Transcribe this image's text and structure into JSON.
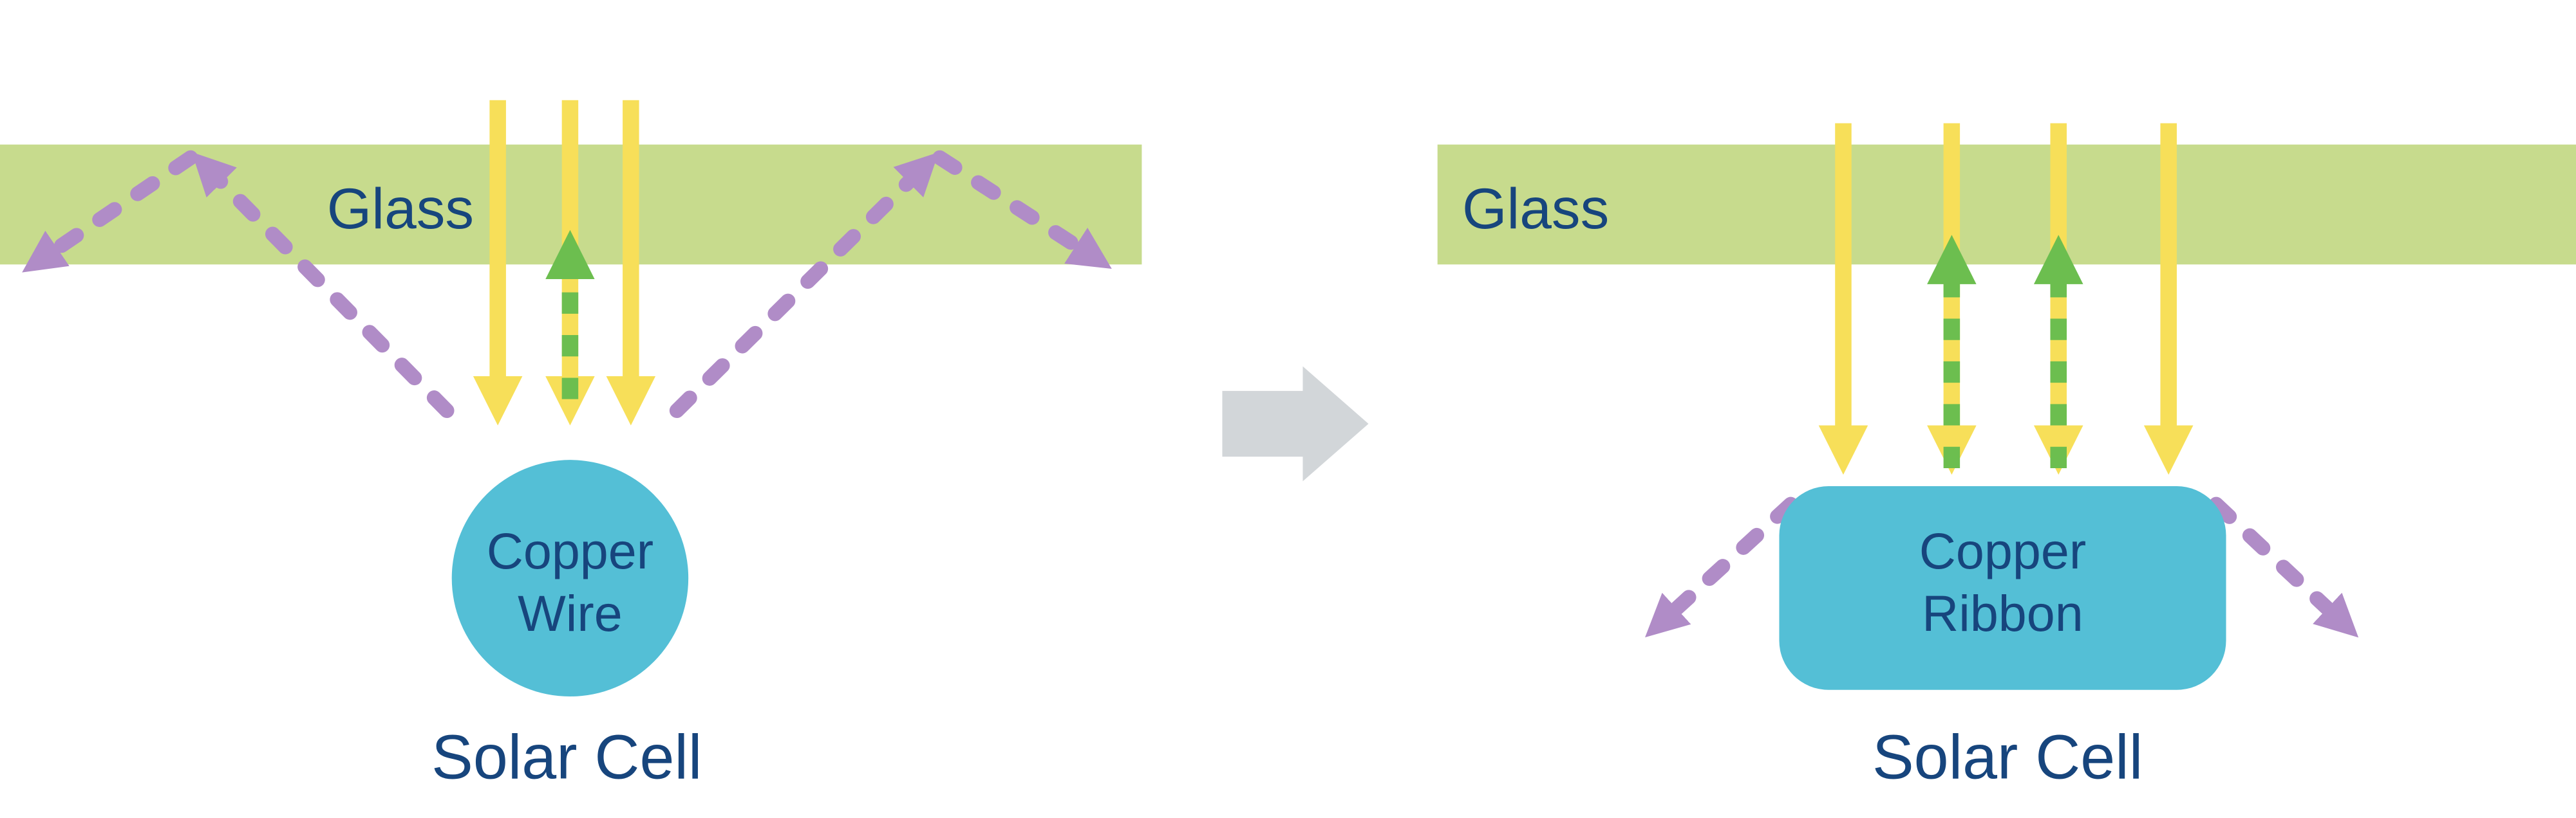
{
  "colors": {
    "background": "#ffffff",
    "glass": "#c7db8d",
    "copper_blue": "#54bfd6",
    "sunlight_yellow": "#f7df59",
    "reflected_green": "#6cbe4f",
    "scattered_purple": "#b08cc7",
    "transform_gray": "#d2d6d9",
    "text_navy": "#17457d"
  },
  "diagram": {
    "left": {
      "glass_label": "Glass",
      "component_line1": "Copper",
      "component_line2": "Wire",
      "caption": "Solar Cell"
    },
    "right": {
      "glass_label": "Glass",
      "component_line1": "Copper",
      "component_line2": "Ribbon",
      "caption": "Solar Cell"
    }
  }
}
